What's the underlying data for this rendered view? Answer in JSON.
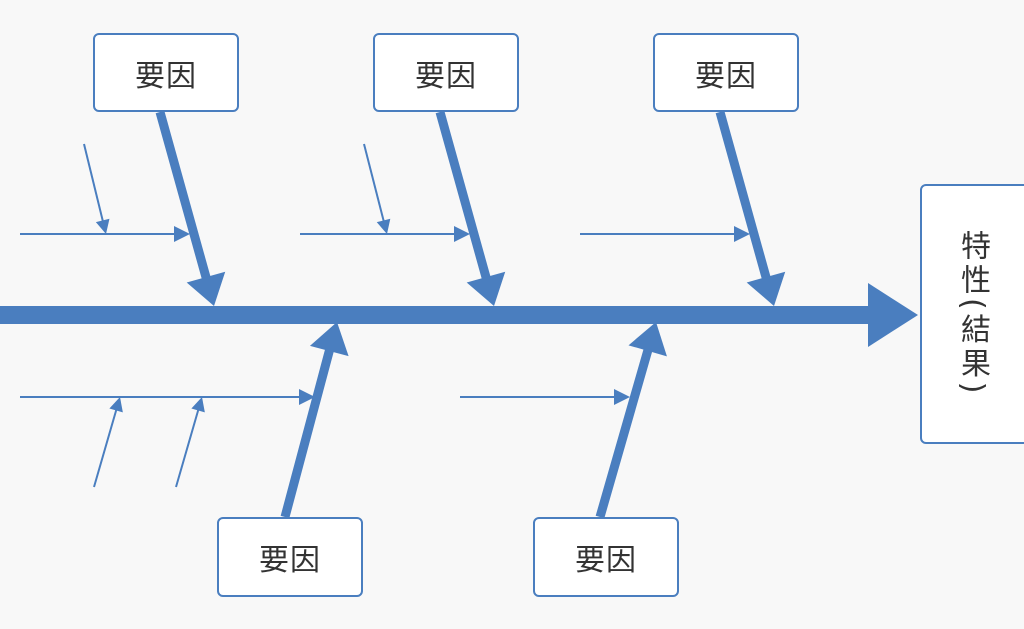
{
  "diagram": {
    "type": "fishbone",
    "line_color": "#4a7ebf",
    "result_label": "特性(結果)",
    "factors": [
      {
        "label": "要因",
        "side": "top"
      },
      {
        "label": "要因",
        "side": "top"
      },
      {
        "label": "要因",
        "side": "top"
      },
      {
        "label": "要因",
        "side": "bottom"
      },
      {
        "label": "要因",
        "side": "bottom"
      }
    ]
  }
}
